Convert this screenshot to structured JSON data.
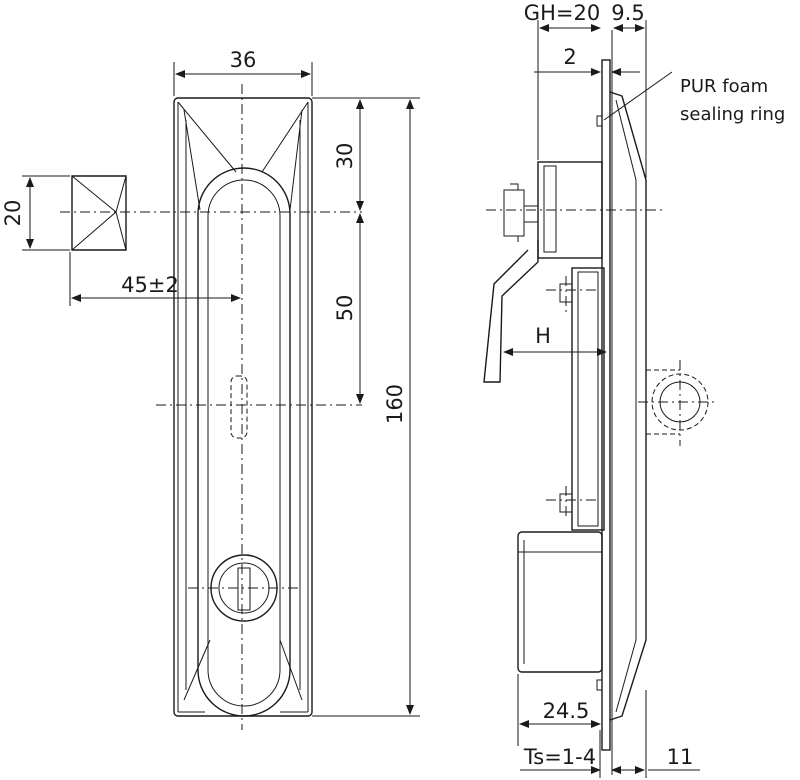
{
  "dimensions": {
    "front_width": "36",
    "front_height_top": "30",
    "front_height_mid": "50",
    "front_height_total": "160",
    "lever_height": "20",
    "lever_offset": "45±2",
    "side_gh": "GH=20",
    "side_top": "9.5",
    "side_two": "2",
    "side_h": "H",
    "side_bottom": "24.5",
    "side_ts": "Ts=1-4",
    "side_eleven": "11"
  },
  "notes": {
    "seal_line1": "PUR foam",
    "seal_line2": "sealing ring"
  }
}
